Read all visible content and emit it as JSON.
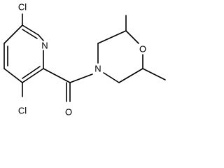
{
  "molecule": {
    "atoms": {
      "cl_top": "Cl",
      "n_pyridine": "N",
      "cl_bottom": "Cl",
      "n_morpholine": "N",
      "o_morpholine": "O",
      "o_carbonyl": "O"
    }
  }
}
